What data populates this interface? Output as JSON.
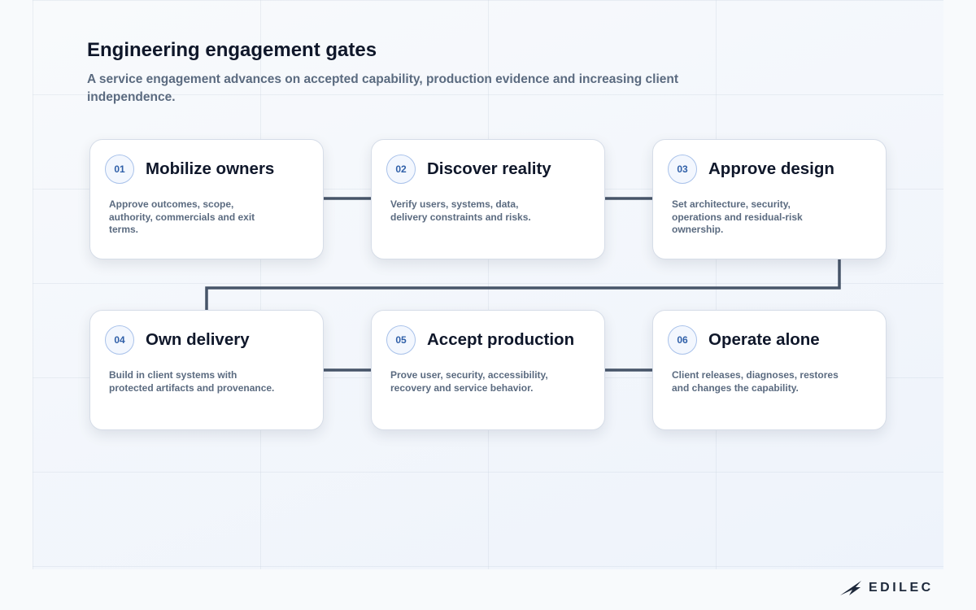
{
  "header": {
    "title": "Engineering engagement gates",
    "subtitle": "A service engagement advances on accepted capability, production evidence and increasing client independence."
  },
  "gates": [
    {
      "number": "01",
      "title": "Mobilize owners",
      "description": "Approve outcomes, scope, authority, commercials and exit terms."
    },
    {
      "number": "02",
      "title": "Discover reality",
      "description": "Verify users, systems, data, delivery constraints and risks."
    },
    {
      "number": "03",
      "title": "Approve design",
      "description": "Set architecture, security, operations and residual-risk ownership."
    },
    {
      "number": "04",
      "title": "Own delivery",
      "description": "Build in client systems with protected artifacts and provenance."
    },
    {
      "number": "05",
      "title": "Accept production",
      "description": "Prove user, security, accessibility, recovery and service behavior."
    },
    {
      "number": "06",
      "title": "Operate alone",
      "description": "Client releases, diagnoses, restores and changes the capability."
    }
  ],
  "brand": {
    "name": "EDILEC",
    "icon": "edilec-logo-icon"
  },
  "colors": {
    "connector": "#475569",
    "badge_text": "#2f5fa8",
    "title": "#0f172a"
  }
}
